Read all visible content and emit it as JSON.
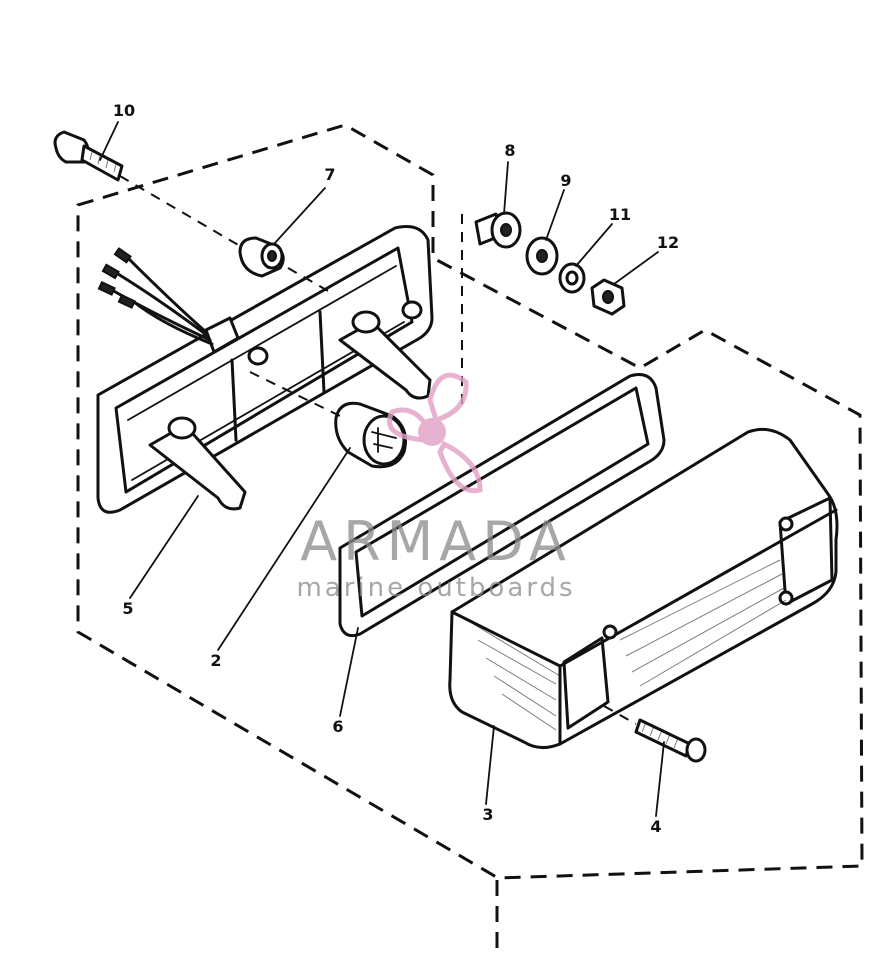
{
  "diagram": {
    "callouts": [
      {
        "id": "c10",
        "label": "10"
      },
      {
        "id": "c7",
        "label": "7"
      },
      {
        "id": "c8",
        "label": "8"
      },
      {
        "id": "c9",
        "label": "9"
      },
      {
        "id": "c11",
        "label": "11"
      },
      {
        "id": "c12",
        "label": "12"
      },
      {
        "id": "c5",
        "label": "5"
      },
      {
        "id": "c2",
        "label": "2"
      },
      {
        "id": "c6",
        "label": "6"
      },
      {
        "id": "c3",
        "label": "3"
      },
      {
        "id": "c4",
        "label": "4"
      }
    ]
  },
  "watermark": {
    "title": "ARMADA",
    "subtitle": "marine outboards",
    "logo_color": "#e2a0c4",
    "text_color": "#8a8a8a"
  }
}
